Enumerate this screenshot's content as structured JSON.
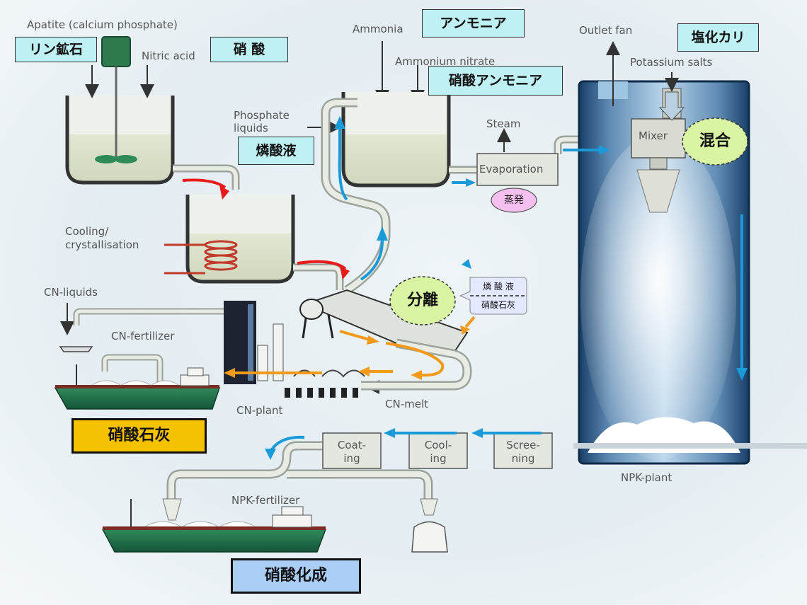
{
  "labels": {
    "apatite": "Apatite (calcium phosphate)",
    "nitric_acid": "Nitric acid",
    "ammonia": "Ammonia",
    "ammonium_nitrate": "Ammonium nitrate",
    "outlet_fan": "Outlet fan",
    "potassium_salts": "Potassium salts",
    "phosphate_liquids_1": "Phosphate",
    "phosphate_liquids_2": "liquids",
    "steam": "Steam",
    "evaporation": "Evaporation",
    "mixer": "Mixer",
    "cooling_1": "Cooling/",
    "cooling_2": "crystallisation",
    "cn_liquids": "CN-liquids",
    "cn_fertilizer": "CN-fertilizer",
    "cn_plant": "CN-plant",
    "cn_melt": "CN-melt",
    "npk_plant": "NPK-plant",
    "npk_fertilizer": "NPK-fertilizer",
    "coating_1": "Coat-",
    "coating_2": "ing",
    "cooling_box_1": "Cool-",
    "cooling_box_2": "ing",
    "screening_1": "Scree-",
    "screening_2": "ning"
  },
  "jp_labels": {
    "phosphate_ore": "リン鉱石",
    "nitric_acid": "硝 酸",
    "ammonia": "アンモニア",
    "ammonium_nitrate": "硝酸アンモニア",
    "potassium_chloride": "塩化カリ",
    "phosphoric_liquid": "燐酸液",
    "mixing": "混合",
    "evaporation": "蒸発",
    "separation": "分離",
    "sep_top": "燐 酸 液",
    "sep_bottom": "硝酸石灰",
    "calcium_nitrate": "硝酸石灰",
    "nitrophosphate": "硝酸化成"
  },
  "colors": {
    "jp_box": "#bff0f4",
    "mix_bubble": "#d9f5a3",
    "evap_bubble": "#f5c0ef",
    "cn_box": "#f5c200",
    "npk_box": "#a9cdf5",
    "arrow_red": "#e81b1b",
    "arrow_blue": "#1a9ad8",
    "arrow_orange": "#f39a1a",
    "tower": "#1c4b7a"
  }
}
